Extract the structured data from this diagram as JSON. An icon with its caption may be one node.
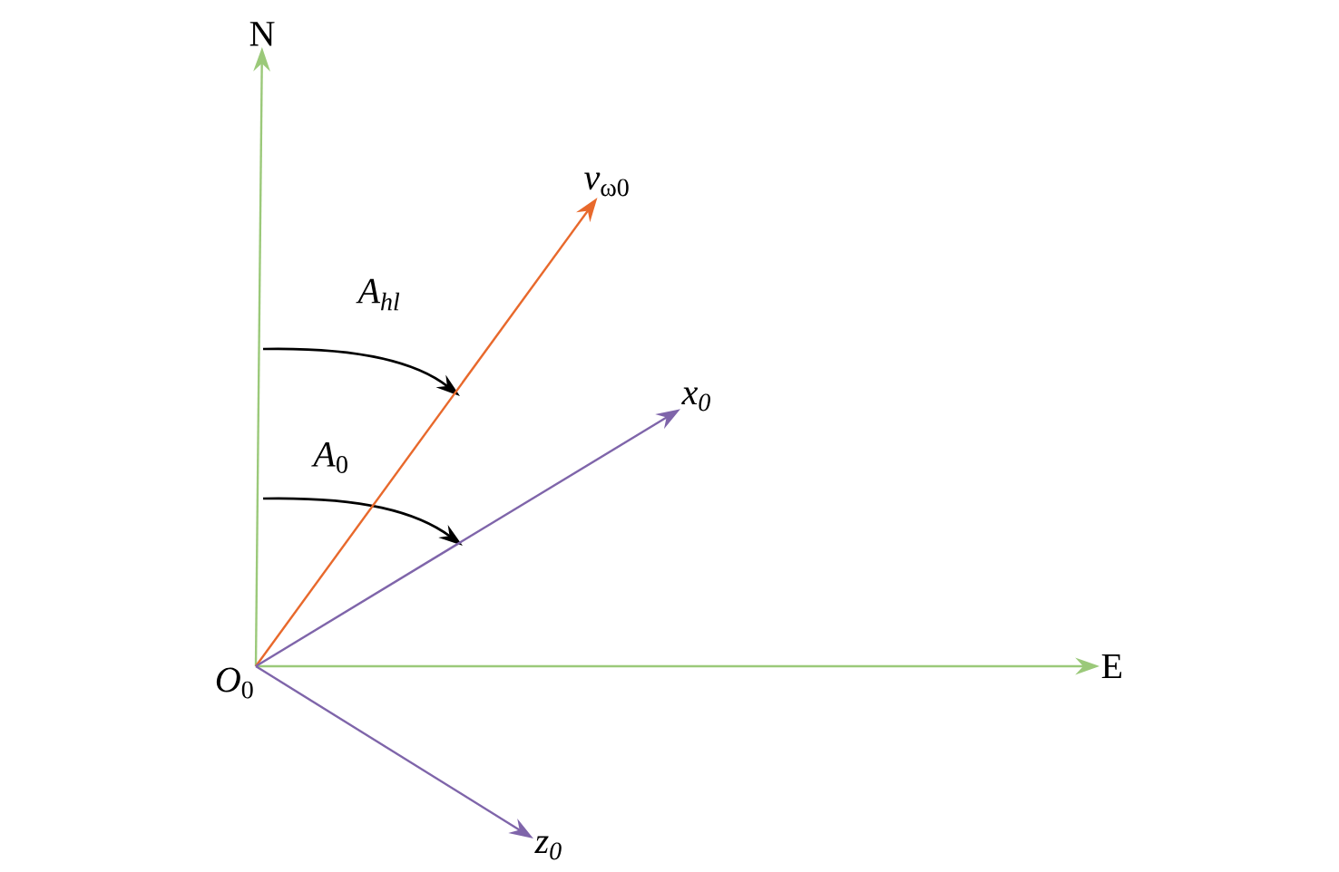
{
  "diagram": {
    "nodes": [
      {
        "text": [
          "*O*$_{0}$"
        ]
      },
      {
        "text": [
          "N"
        ]
      },
      {
        "text": [
          "E"
        ]
      },
      {
        "text": [
          "*v*$_{ω0}$"
        ]
      },
      {
        "text": [
          "x$_{0}$"
        ]
      },
      {
        "text": [
          "z$_{0}$"
        ]
      }
    ],
    "edges": [
      {
        "from": 0,
        "to": 1,
        "arrow": "to",
        "color": "#9bc97a"
      },
      {
        "from": 0,
        "to": 2,
        "arrow": "to",
        "color": "#9bc97a"
      },
      {
        "from": 0,
        "to": 3,
        "arrow": "to",
        "color": "#e8692c"
      },
      {
        "from": 0,
        "to": 4,
        "arrow": "to",
        "color": "#7f65aa"
      },
      {
        "from": 0,
        "to": 5,
        "arrow": "to",
        "color": "#7f65aa"
      }
    ],
    "labels": [
      "A$_{hl}$",
      "*A*$_{0}$"
    ]
  }
}
